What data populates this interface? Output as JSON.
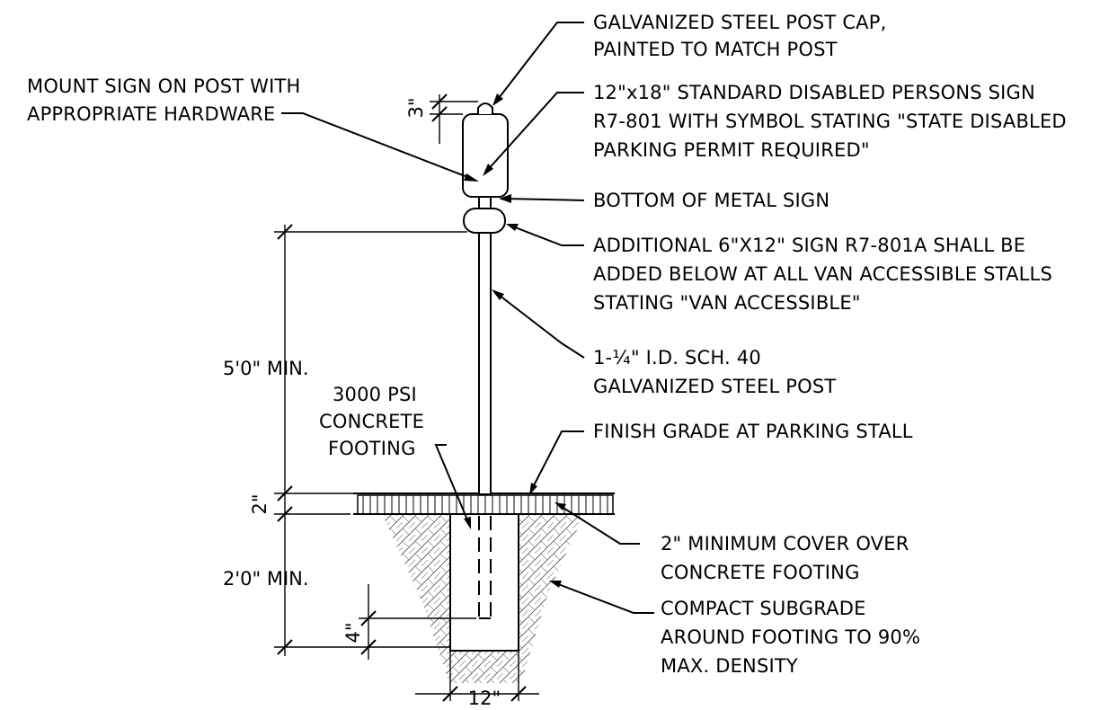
{
  "notes": {
    "post_cap": [
      "GALVANIZED STEEL POST CAP,",
      "PAINTED TO MATCH POST"
    ],
    "mount_sign": [
      "MOUNT SIGN ON POST WITH",
      "APPROPRIATE HARDWARE"
    ],
    "main_sign": [
      "12\"x18\" STANDARD DISABLED PERSONS SIGN",
      "R7-801 WITH SYMBOL STATING \"STATE DISABLED",
      "PARKING PERMIT REQUIRED\""
    ],
    "bottom_sign": "BOTTOM OF METAL SIGN",
    "van_sign": [
      "ADDITIONAL 6\"X12\" SIGN R7-801A SHALL BE",
      "ADDED BELOW AT ALL VAN ACCESSIBLE STALLS",
      "STATING \"VAN ACCESSIBLE\""
    ],
    "post": [
      "1-¼\" I.D. SCH. 40",
      "GALVANIZED STEEL POST"
    ],
    "footing": [
      "3000 PSI",
      "CONCRETE",
      "FOOTING"
    ],
    "finish_grade": "FINISH GRADE AT PARKING STALL",
    "cover": [
      "2\" MINIMUM COVER OVER",
      "CONCRETE FOOTING"
    ],
    "subgrade": [
      "COMPACT SUBGRADE",
      "AROUND FOOTING TO 90%",
      "MAX. DENSITY"
    ]
  },
  "dimensions": {
    "cap_height": "3\"",
    "sign_height": "5'0\" MIN.",
    "cover_depth": "2\"",
    "footing_depth": "2'0\" MIN.",
    "embed": "4\"",
    "footing_width": "12\""
  }
}
